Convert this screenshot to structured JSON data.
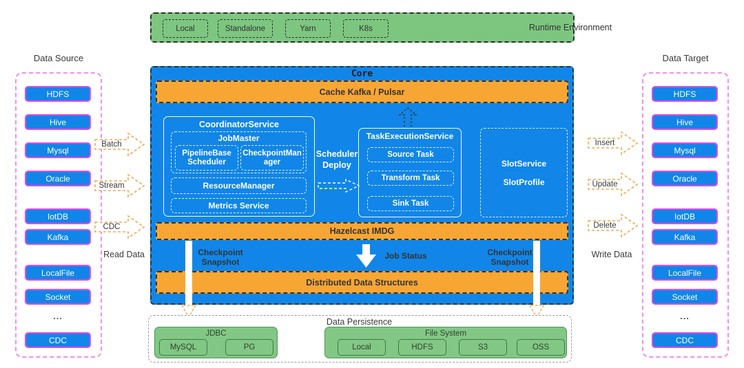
{
  "runtime": {
    "title": "Runtime Environment",
    "items": [
      "Local",
      "Standalone",
      "Yarn",
      "K8s"
    ]
  },
  "data_source": {
    "title": "Data Source",
    "items": [
      "HDFS",
      "Hive",
      "Mysql",
      "Oracle",
      "IotDB",
      "Kafka",
      "LocalFile",
      "Socket",
      "CDC"
    ],
    "dots": "..."
  },
  "data_target": {
    "title": "Data Target",
    "items": [
      "HDFS",
      "Hive",
      "Mysql",
      "Oracle",
      "IotDB",
      "Kafka",
      "LocalFile",
      "Socket",
      "CDC"
    ],
    "dots": "..."
  },
  "read_arrows": [
    "Batch",
    "Stream",
    "CDC"
  ],
  "write_arrows": [
    "Insert",
    "Update",
    "Delete"
  ],
  "read_label": "Read Data",
  "write_label": "Write Data",
  "core": {
    "title": "Core",
    "cache_bar": "Cache Kafka / Pulsar",
    "coordinator": {
      "title": "CoordinatorService",
      "job_master": {
        "title": "JobMaster",
        "children": [
          "PipelineBase Scheduler",
          "CheckpointManager"
        ]
      },
      "rows": [
        "ResourceManager",
        "Metrics Service"
      ]
    },
    "scheduler_deploy": "Scheduler Deploy",
    "task_execution": {
      "title": "TaskExecutionService",
      "tasks": [
        "Source Task",
        "Transform Task",
        "Sink Task"
      ]
    },
    "slot": {
      "line1": "SlotService",
      "line2": "SlotProfile"
    },
    "hazelcast_bar": "Hazelcast IMDG",
    "checkpoint_left": "Checkpoint Snapshot",
    "job_status": "Job Status",
    "checkpoint_right": "Checkpoint Snapshot",
    "dds_bar": "Distributed Data Structures"
  },
  "persistence": {
    "title": "Data Persistence",
    "jdbc": {
      "title": "JDBC",
      "items": [
        "MySQL",
        "PG"
      ]
    },
    "file_system": {
      "title": "File System",
      "items": [
        "Local",
        "HDFS",
        "S3",
        "OSS"
      ]
    }
  },
  "colors": {
    "blue": "#1186e8",
    "orange_bar": "#f8a633",
    "green": "#7dc680",
    "magenta_border": "#e24be8",
    "pink_dashed": "#f08ff0",
    "arrow_orange": "#f4a952"
  }
}
